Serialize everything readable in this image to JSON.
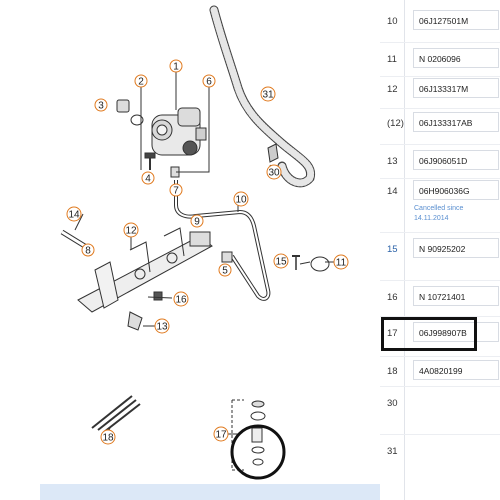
{
  "diagram": {
    "callouts": [
      "1",
      "2",
      "3",
      "4",
      "5",
      "6",
      "7",
      "8",
      "9",
      "10",
      "11",
      "12",
      "13",
      "14",
      "15",
      "16",
      "17",
      "18",
      "30",
      "31"
    ]
  },
  "parts": [
    {
      "num": "10",
      "part_number": "06J127501M"
    },
    {
      "num": "11",
      "part_number": "N 0206096"
    },
    {
      "num": "12",
      "part_number": "06J133317M"
    },
    {
      "num": "(12)",
      "part_number": "06J133317AB"
    },
    {
      "num": "13",
      "part_number": "06J906051D"
    },
    {
      "num": "14",
      "part_number": "06H906036G",
      "note": "Cancelled since 14.11.2014"
    },
    {
      "num": "15",
      "part_number": "N 90925202"
    },
    {
      "num": "16",
      "part_number": "N 10721401"
    },
    {
      "num": "17",
      "part_number": "06J998907B"
    },
    {
      "num": "18",
      "part_number": "4A0820199"
    },
    {
      "num": "30",
      "part_number": ""
    },
    {
      "num": "31",
      "part_number": ""
    }
  ],
  "colors": {
    "accent_blue": "#2b62a8",
    "note_blue": "#5a8fd0",
    "highlight": "#111111",
    "callout_orange": "#e07a1f"
  }
}
